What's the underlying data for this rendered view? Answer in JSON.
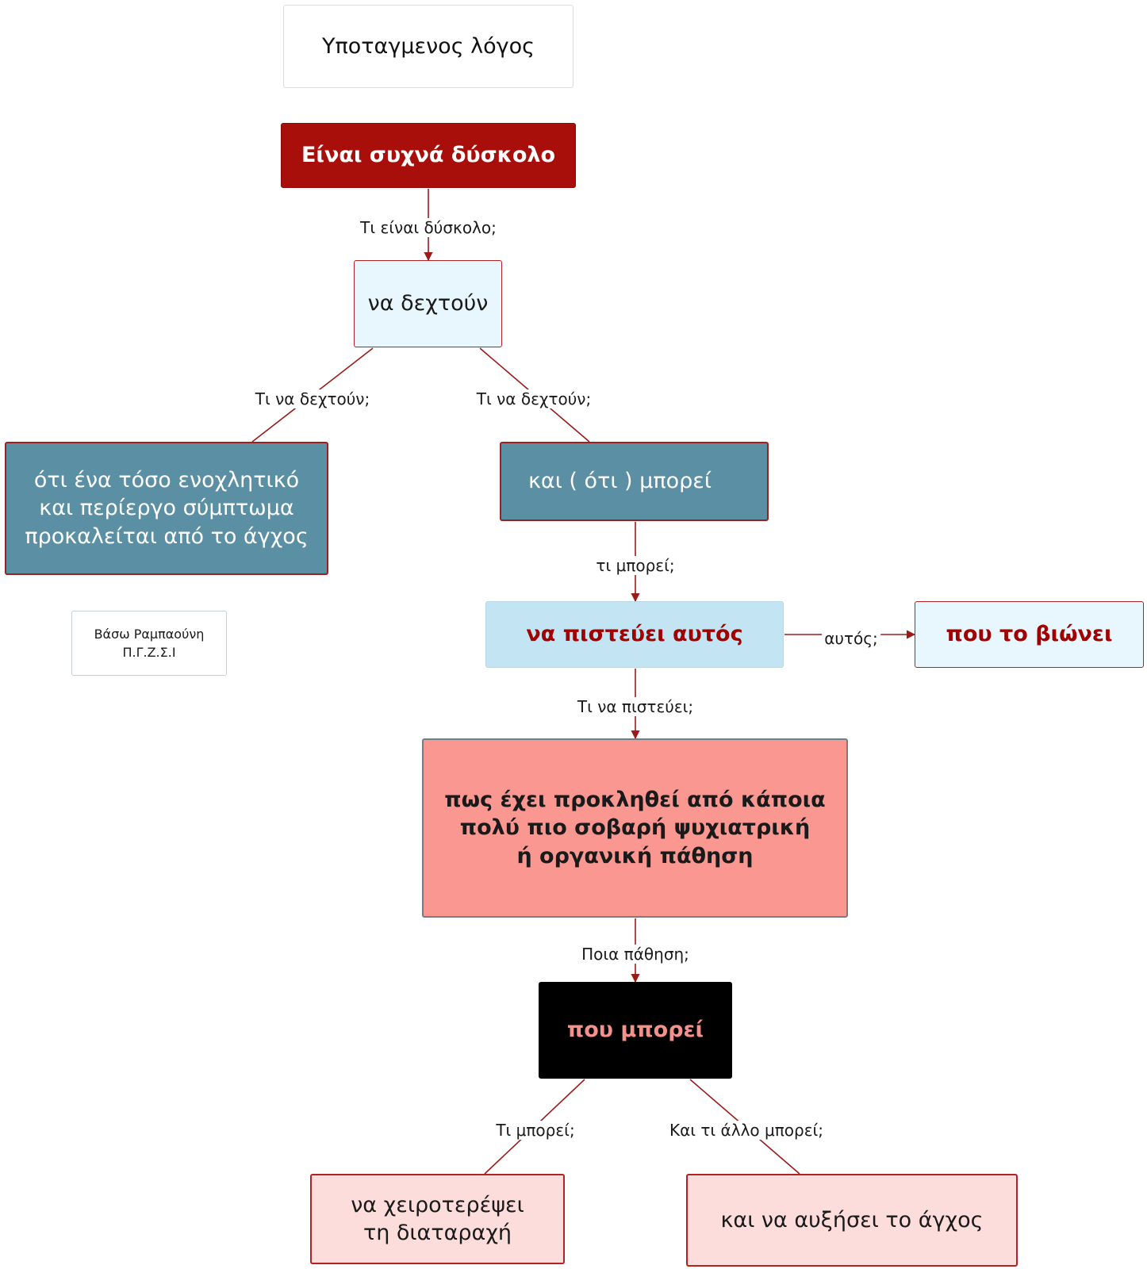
{
  "diagram": {
    "nodes": {
      "title": "Υποταγμενος λόγος",
      "root": "Είναι συχνά δύσκολο",
      "accept": "να δεχτούν",
      "left": "ότι ένα τόσο ενοχλητικό\nκαι περίεργο σύμπτωμα\nπροκαλείται από το άγχος",
      "can": "και ( ότι ) μπορεί",
      "believe": "να πιστεύει αυτός",
      "experiences": "που το βιώνει",
      "cause": "πως έχει προκληθεί από κάποια\nπολύ πιο σοβαρή ψυχιατρική\nή οργανική πάθηση",
      "may": "που μπορεί",
      "worsen": "να χειροτερέψει\nτη διαταραχή",
      "anxiety": "και να αυξήσει το άγχος",
      "author": "Βάσω Ραμπαούνη\nΠ.Γ.Ζ.Σ.Ι"
    },
    "edges": [
      {
        "from": "root",
        "to": "accept",
        "label": "Τι είναι δύσκολο;"
      },
      {
        "from": "accept",
        "to": "left",
        "label": "Τι να δεχτούν;"
      },
      {
        "from": "accept",
        "to": "can",
        "label": "Τι να δεχτούν;"
      },
      {
        "from": "can",
        "to": "believe",
        "label": "τι μπορεί;"
      },
      {
        "from": "believe",
        "to": "experiences",
        "label": "αυτός;"
      },
      {
        "from": "believe",
        "to": "cause",
        "label": "Τι να πιστεύει;"
      },
      {
        "from": "cause",
        "to": "may",
        "label": "Ποια πάθηση;"
      },
      {
        "from": "may",
        "to": "worsen",
        "label": "Τι μπορεί;"
      },
      {
        "from": "may",
        "to": "anxiety",
        "label": "Και τι άλλο μπορεί;"
      }
    ],
    "colors": {
      "link": "#9b1b1b",
      "root_fill": "#a80f0b",
      "teal_fill": "#5b8fa3",
      "light_blue_fill": "#c3e5f3",
      "pale_blue_fill": "#e8f6fd",
      "salmon_fill": "#fa9791",
      "pink_fill": "#fddcdc",
      "black_fill": "#000000"
    }
  }
}
